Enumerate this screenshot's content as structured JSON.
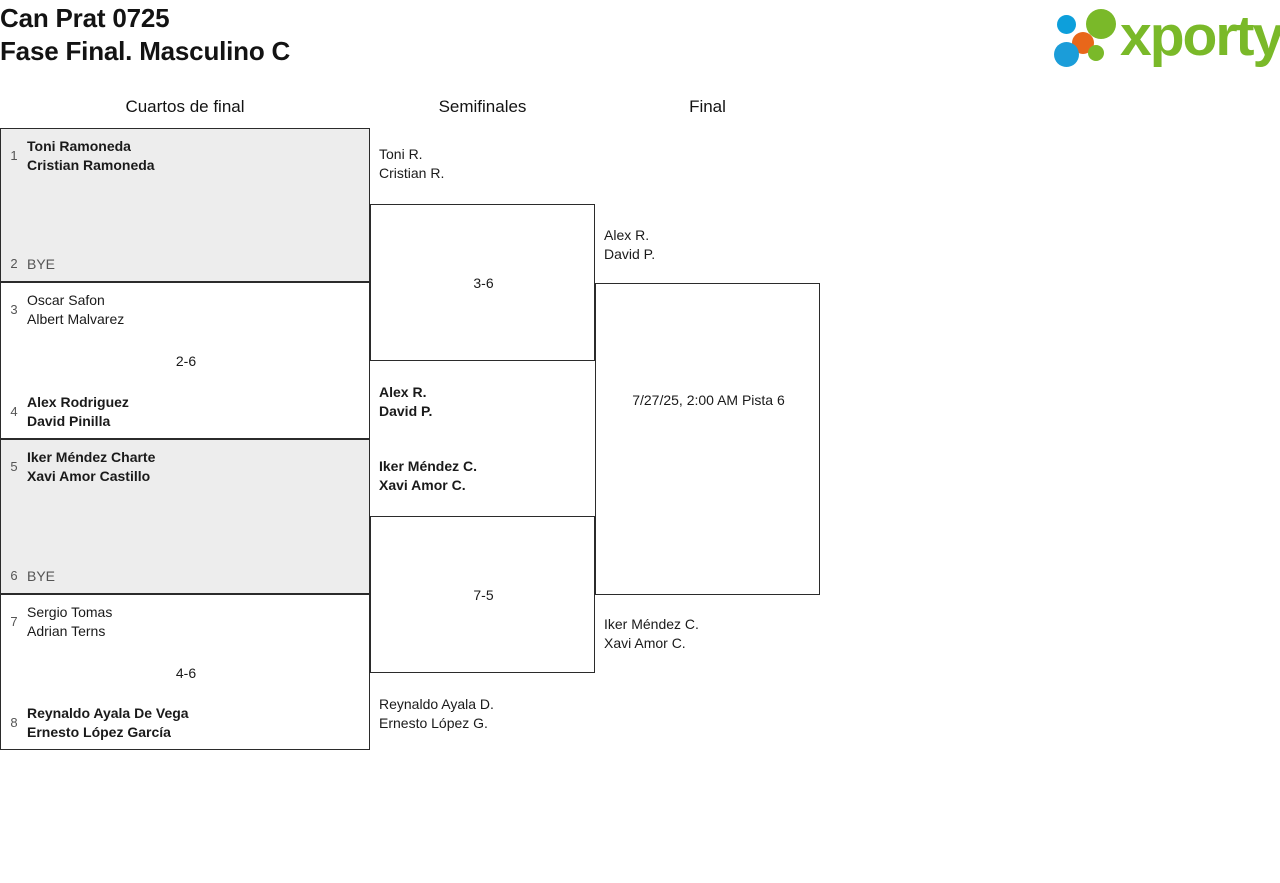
{
  "header": {
    "title_line1": "Can Prat 0725",
    "title_line2": "Fase Final. Masculino C",
    "logo_text": "xporty"
  },
  "columns": {
    "quarterfinals_label": "Cuartos de final",
    "semifinals_label": "Semifinales",
    "final_label": "Final"
  },
  "bracket": {
    "quarterfinals": [
      {
        "shaded": true,
        "score": "",
        "top": {
          "seed": "1",
          "player1": "Toni Ramoneda",
          "player2": "Cristian Ramoneda",
          "winner": true
        },
        "bottom": {
          "seed": "2",
          "player1": "BYE",
          "player2": "",
          "winner": false
        }
      },
      {
        "shaded": false,
        "score": "2-6",
        "top": {
          "seed": "3",
          "player1": "Oscar Safon",
          "player2": "Albert Malvarez",
          "winner": false
        },
        "bottom": {
          "seed": "4",
          "player1": "Alex Rodriguez",
          "player2": "David Pinilla",
          "winner": true
        }
      },
      {
        "shaded": true,
        "score": "",
        "top": {
          "seed": "5",
          "player1": "Iker Méndez Charte",
          "player2": "Xavi Amor Castillo",
          "winner": true
        },
        "bottom": {
          "seed": "6",
          "player1": "BYE",
          "player2": "",
          "winner": false
        }
      },
      {
        "shaded": false,
        "score": "4-6",
        "top": {
          "seed": "7",
          "player1": "Sergio Tomas",
          "player2": "Adrian Terns",
          "winner": false
        },
        "bottom": {
          "seed": "8",
          "player1": "Reynaldo Ayala De Vega",
          "player2": "Ernesto López García",
          "winner": true
        }
      }
    ],
    "semifinals": [
      {
        "score": "3-6",
        "top": {
          "player1": "Toni R.",
          "player2": "Cristian R.",
          "winner": false
        },
        "bottom": {
          "player1": "Alex R.",
          "player2": "David P.",
          "winner": true
        }
      },
      {
        "score": "7-5",
        "top": {
          "player1": "Iker Méndez C.",
          "player2": "Xavi Amor C.",
          "winner": true
        },
        "bottom": {
          "player1": "Reynaldo Ayala D.",
          "player2": "Ernesto López G.",
          "winner": false
        }
      }
    ],
    "final": {
      "info": "7/27/25, 2:00 AM Pista 6",
      "top": {
        "player1": "Alex R.",
        "player2": "David P.",
        "winner": false
      },
      "bottom": {
        "player1": "Iker Méndez C.",
        "player2": "Xavi Amor C.",
        "winner": false
      }
    }
  },
  "colors": {
    "logo_green": "#7ab929",
    "logo_blue": "#1b9dd9",
    "logo_orange": "#e8671a",
    "shaded_row": "#ededed",
    "border": "#2b2b2b"
  }
}
